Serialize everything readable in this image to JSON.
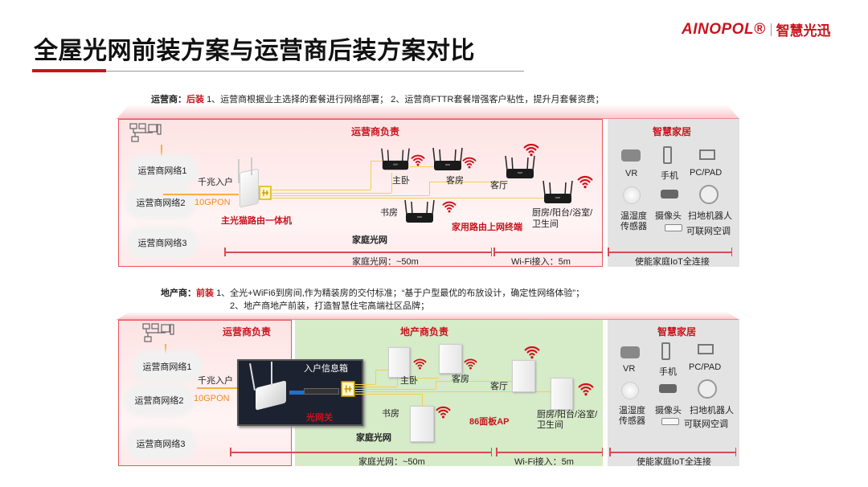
{
  "header": {
    "title": "全屋光网前装方案与运营商后装方案对比",
    "logo_brand": "AINOPOL®",
    "logo_cn": "智慧光迅"
  },
  "colors": {
    "accent": "#c8141e",
    "fiber": "#f5b041",
    "cable": "#f3cf50",
    "green": "#d6ebc8",
    "gray": "#e3e3e3"
  },
  "operator": {
    "lead": "运营商：",
    "tag": "后装",
    "desc": "1、运营商根据业主选择的套餐进行网络部署； 2、运营商FTTR套餐增强客户粘性，提升月套餐资费；",
    "networks": [
      "运营商网络1",
      "运营商网络2",
      "运营商网络3"
    ],
    "gigabit": "千兆入户",
    "gpon": "10GPON",
    "responsible": "运营商负责",
    "main_device": "主光猫路由一体机",
    "rooms": {
      "master": "主卧",
      "guest": "客房",
      "living": "客厅",
      "kitchen1": "厨房/阳台/浴室/",
      "kitchen2": "卫生间",
      "study": "书房"
    },
    "terminal": "家用路由上网终端",
    "home_net": "家庭光网",
    "span_fiber": "家庭光网：~50m",
    "span_wifi": "Wi-Fi接入：5m",
    "span_iot": "使能家庭IoT全连接"
  },
  "developer": {
    "lead": "地产商：",
    "tag": "前装",
    "desc1": "1、全光+WiFi6到房间,作为精装房的交付标准；“基于户型最优的布放设计，确定性网络体验”；",
    "desc2": "2、地产商地产前装，打造智慧住宅高端社区品牌；",
    "networks": [
      "运营商网络1",
      "运营商网络2",
      "运营商网络3"
    ],
    "operator_responsible": "运营商负责",
    "developer_responsible": "地产商负责",
    "gigabit": "千兆入户",
    "gpon": "10GPON",
    "info_box": "入户信息箱",
    "gateway": "光网关",
    "rooms": {
      "master": "主卧",
      "guest": "客房",
      "living": "客厅",
      "kitchen1": "厨房/阳台/浴室/",
      "kitchen2": "卫生间",
      "study": "书房"
    },
    "panel_ap": "86面板AP",
    "home_net": "家庭光网",
    "span_fiber": "家庭光网：~50m",
    "span_wifi": "Wi-Fi接入：5m",
    "span_iot": "使能家庭IoT全连接"
  },
  "smart_home": {
    "title": "智慧家居",
    "devices": {
      "vr": "VR",
      "phone": "手机",
      "pc": "PC/PAD",
      "sensor1": "温湿度",
      "sensor2": "传感器",
      "camera": "摄像头",
      "robot": "扫地机器人",
      "ac": "可联网空调"
    }
  }
}
